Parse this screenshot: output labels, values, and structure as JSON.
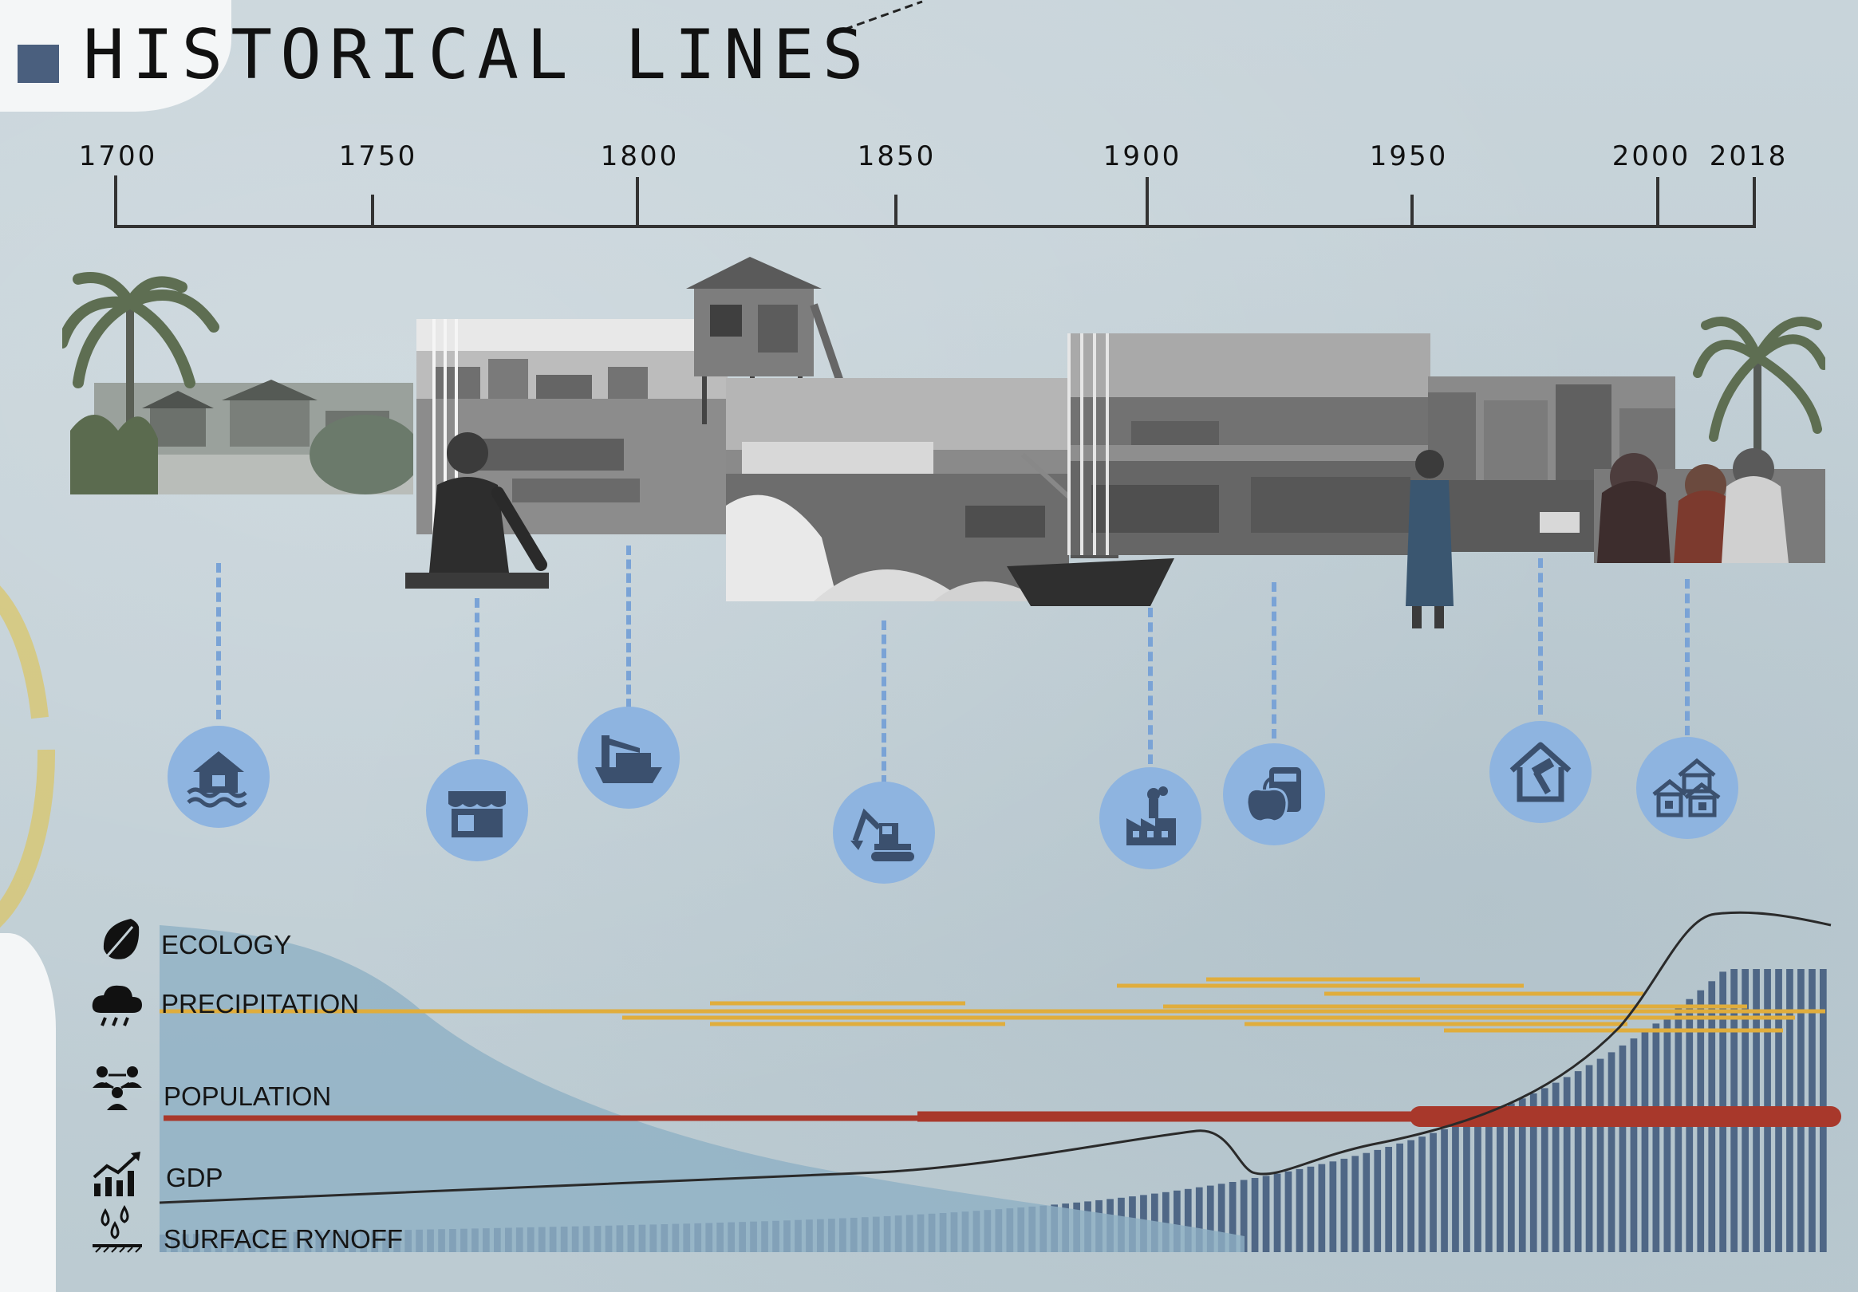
{
  "header": {
    "title": "HISTORICAL LINES"
  },
  "timeline": {
    "ticks": [
      {
        "year": "1700"
      },
      {
        "year": "1750"
      },
      {
        "year": "1800"
      },
      {
        "year": "1850"
      },
      {
        "year": "1900"
      },
      {
        "year": "1950"
      },
      {
        "year": "2000"
      },
      {
        "year": "2018"
      }
    ]
  },
  "events": [
    {
      "icon": "flooded-house-icon"
    },
    {
      "icon": "market-stall-icon"
    },
    {
      "icon": "cargo-ship-icon"
    },
    {
      "icon": "excavator-icon"
    },
    {
      "icon": "factory-icon"
    },
    {
      "icon": "food-supply-icon"
    },
    {
      "icon": "house-repair-icon"
    },
    {
      "icon": "housing-cluster-icon"
    }
  ],
  "legend": {
    "ecology": "ECOLOGY",
    "precipitation": "PRECIPITATION",
    "population": "POPULATION",
    "gdp": "GDP",
    "surface_runoff": "SURFACE RYNOFF"
  },
  "colors": {
    "accent_blue": "#4a5f7e",
    "icon_circle": "#8eb4e0",
    "ecology_area": "#8fb0c4",
    "precipitation": "#e0ad3c",
    "population": "#a8382b",
    "runoff_bars": "#4f6786",
    "gdp_line": "#2a2a2a"
  }
}
